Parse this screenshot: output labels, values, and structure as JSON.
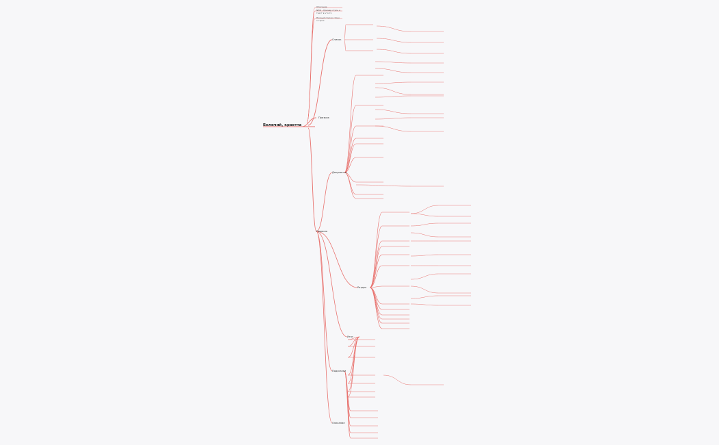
{
  "colors": {
    "branch": "#e8716d",
    "root_text": "#222222",
    "node_text": "#555555",
    "background": "#f7f7f9"
  },
  "root": "Беличий, краетта",
  "branches": [
    "Призрак",
    "Список",
    "Правила",
    "Документы",
    "Раздел",
    "Подсказки",
    "Описание",
    "Итог"
  ],
  "leaves": [
    "Описание",
    "NEW - Пример строк и текст в что-то",
    "Полный список строк о строк"
  ]
}
